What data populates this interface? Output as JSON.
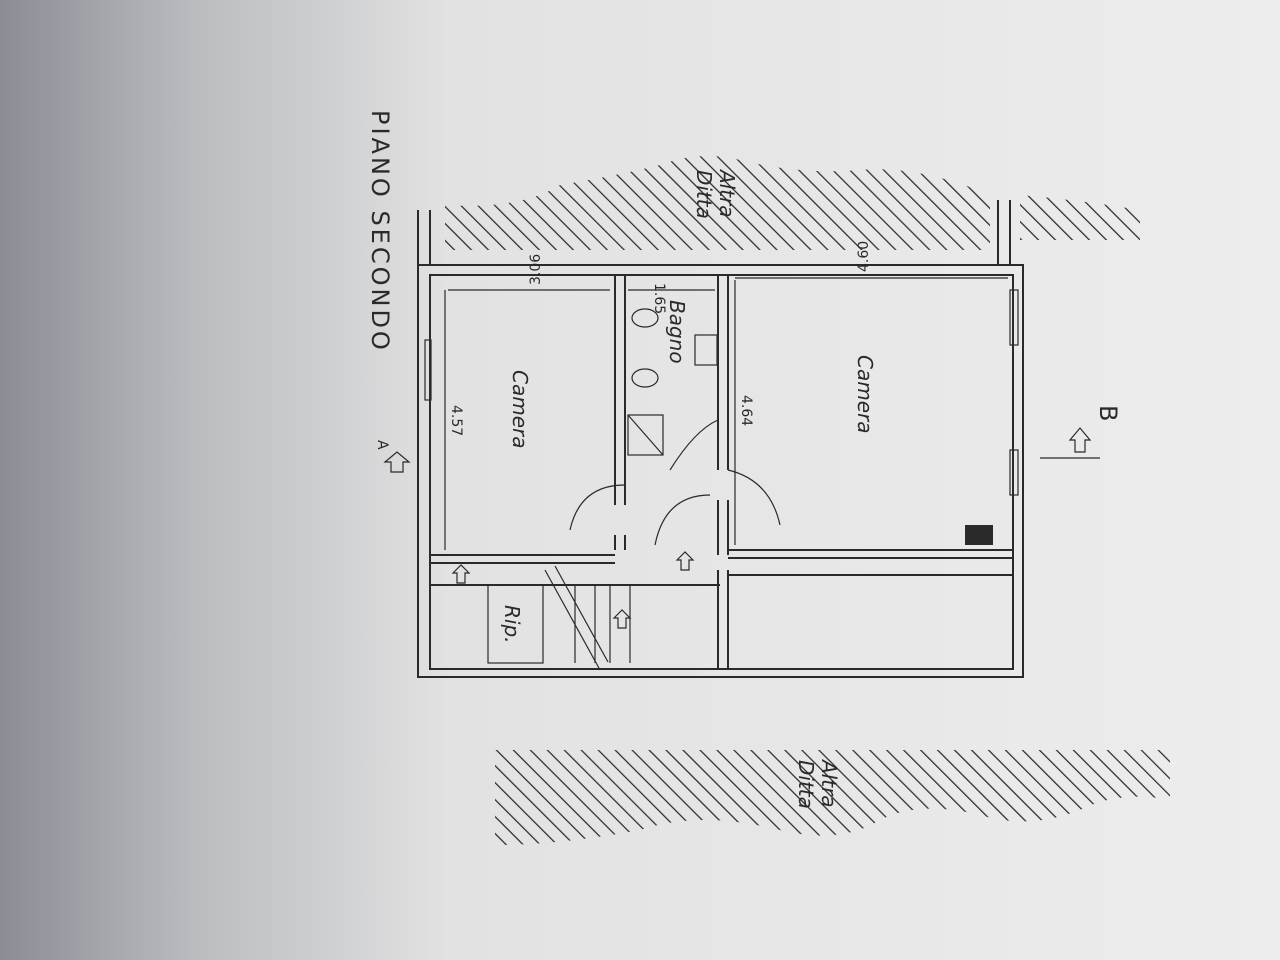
{
  "drawing": {
    "title": "PIANO SECONDO",
    "rooms": {
      "left_bedroom": "Camera",
      "right_bedroom": "Camera",
      "bathroom": "Bagno",
      "storage": "Rip."
    },
    "dimensions": {
      "left_bedroom_width": "3.06",
      "left_bedroom_depth": "4.57",
      "bathroom_width": "1.65",
      "right_bedroom_width": "4.60",
      "right_bedroom_depth": "4.64"
    },
    "section_marks": {
      "a": "A",
      "b": "B"
    },
    "neighbors": {
      "top_line1": "Altra",
      "top_line2": "Ditta",
      "bottom_line1": "Altra",
      "bottom_line2": "Ditta"
    }
  },
  "colors": {
    "paper": "#ececec",
    "ink": "#2a2a2a",
    "screen_edge": "#c8c8c8"
  }
}
